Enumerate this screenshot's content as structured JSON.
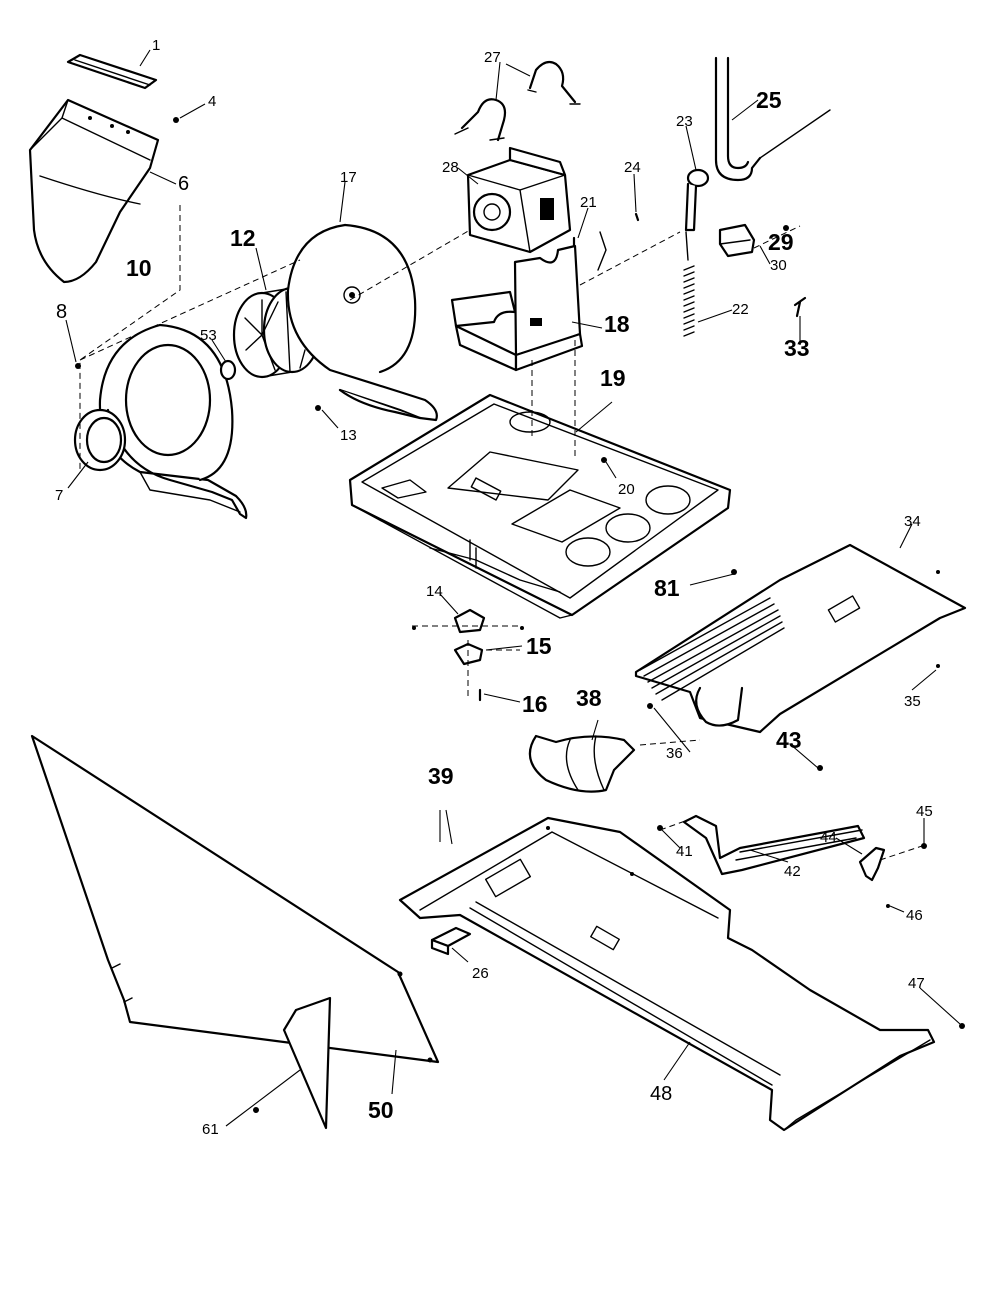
{
  "diagram": {
    "background": "#ffffff",
    "ink": "#000000",
    "callouts": [
      {
        "label": "1",
        "part": "bracket-top",
        "size": "small"
      },
      {
        "label": "4",
        "part": "screw",
        "size": "small"
      },
      {
        "label": "6",
        "part": "blower-duct",
        "size": "medium"
      },
      {
        "label": "10",
        "part": "blower-housing",
        "size": "large"
      },
      {
        "label": "8",
        "part": "screw",
        "size": "medium"
      },
      {
        "label": "53",
        "part": "nut",
        "size": "small"
      },
      {
        "label": "12",
        "part": "blower-wheel",
        "size": "large"
      },
      {
        "label": "17",
        "part": "blower-housing-rear",
        "size": "small"
      },
      {
        "label": "7",
        "part": "seal-ring",
        "size": "small"
      },
      {
        "label": "13",
        "part": "screw",
        "size": "small"
      },
      {
        "label": "27",
        "part": "motor-clips",
        "size": "small"
      },
      {
        "label": "28",
        "part": "motor",
        "size": "small"
      },
      {
        "label": "24",
        "part": "screw",
        "size": "small"
      },
      {
        "label": "21",
        "part": "spring-clip",
        "size": "small"
      },
      {
        "label": "18",
        "part": "motor-mount",
        "size": "large"
      },
      {
        "label": "19",
        "part": "base-pan",
        "size": "large"
      },
      {
        "label": "20",
        "part": "screw",
        "size": "small"
      },
      {
        "label": "23",
        "part": "idler-pulley",
        "size": "small"
      },
      {
        "label": "25",
        "part": "drive-belt",
        "size": "large"
      },
      {
        "label": "22",
        "part": "idler-spring",
        "size": "small"
      },
      {
        "label": "29",
        "part": "switch",
        "size": "large"
      },
      {
        "label": "30",
        "part": "screw",
        "size": "small"
      },
      {
        "label": "33",
        "part": "clip",
        "size": "large"
      },
      {
        "label": "14",
        "part": "leveling-leg",
        "size": "small"
      },
      {
        "label": "15",
        "part": "leg-nut",
        "size": "large"
      },
      {
        "label": "16",
        "part": "screw",
        "size": "large"
      },
      {
        "label": "81",
        "part": "screw",
        "size": "large"
      },
      {
        "label": "34",
        "part": "cover-plate",
        "size": "small"
      },
      {
        "label": "35",
        "part": "screw",
        "size": "small"
      },
      {
        "label": "36",
        "part": "screw",
        "size": "small"
      },
      {
        "label": "38",
        "part": "exhaust-elbow",
        "size": "large"
      },
      {
        "label": "43",
        "part": "screw",
        "size": "large"
      },
      {
        "label": "39",
        "part": "screws",
        "size": "large"
      },
      {
        "label": "41",
        "part": "screw",
        "size": "small"
      },
      {
        "label": "42",
        "part": "rail-bracket",
        "size": "small"
      },
      {
        "label": "44",
        "part": "bracket",
        "size": "small"
      },
      {
        "label": "45",
        "part": "screw",
        "size": "small"
      },
      {
        "label": "46",
        "part": "screw",
        "size": "small"
      },
      {
        "label": "26",
        "part": "clip",
        "size": "small"
      },
      {
        "label": "47",
        "part": "screw",
        "size": "small"
      },
      {
        "label": "48",
        "part": "base-rail",
        "size": "medium"
      },
      {
        "label": "50",
        "part": "rear-panel",
        "size": "large"
      },
      {
        "label": "61",
        "part": "access-cover",
        "size": "small"
      }
    ]
  }
}
